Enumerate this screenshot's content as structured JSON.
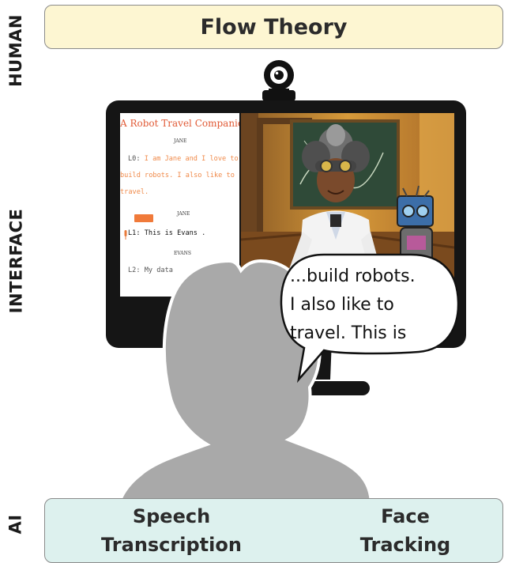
{
  "side_labels": {
    "human": "HUMAN",
    "interface": "INTERFACE",
    "ai": "AI"
  },
  "top_box": {
    "title": "Flow Theory"
  },
  "bottom_box": {
    "speech_line1": "Speech",
    "speech_line2": "Transcription",
    "face_line1": "Face",
    "face_line2": "Tracking"
  },
  "screen": {
    "title": "A Robot Travel Companion",
    "speaker_jane_1": "JANE",
    "l0_prefix": "L0:",
    "l0_line1": "I am Jane and I love to",
    "l0_line2": "build robots. I also like to",
    "l0_line3": "travel.",
    "speaker_jane_2": "JANE",
    "l1_prefix": "L1:",
    "l1_text": "This is Evans .",
    "speaker_evans": "EVANS",
    "l2_prefix": "L2:",
    "l2_text": "My data"
  },
  "speech_bubble": {
    "line1": "...build robots.",
    "line2": "I also like to",
    "line3": "travel. This is"
  },
  "colors": {
    "top_box_fill": "#fdf6d2",
    "bottom_box_fill": "#ddf1ee",
    "screen_title": "#e15a36",
    "silhouette": "#a9a9a9",
    "monitor": "#151515"
  }
}
